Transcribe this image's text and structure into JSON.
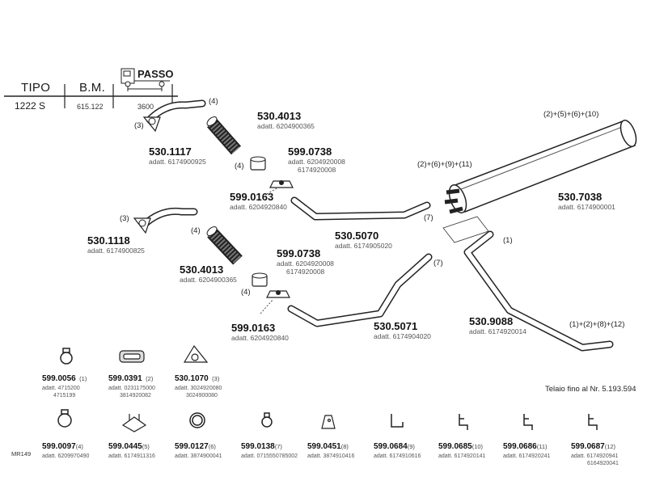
{
  "header": {
    "tipo_label": "TIPO",
    "bm_label": "B.M.",
    "passo_label": "PASSO",
    "row": {
      "tipo": "1222 S",
      "bm": "615.122",
      "passo": "3600"
    }
  },
  "callouts": {
    "c1": "(4)",
    "c2": "(3)",
    "c3": "(4)",
    "c4": "(3)",
    "c5": "(4)",
    "c6": "(4)",
    "c7": "(7)",
    "c8": "(7)",
    "c9": "(1)",
    "c10": "(2)+(5)+(6)+(10)",
    "c11": "(2)+(6)+(9)+(11)",
    "c12": "(1)+(2)+(8)+(12)"
  },
  "parts": {
    "p1": {
      "code": "530.4013",
      "adatt": "adatt. 6204900365"
    },
    "p2": {
      "code": "530.1117",
      "adatt": "adatt. 6174900925"
    },
    "p3": {
      "code": "599.0738",
      "adatt": "adatt. 6204920008",
      "adatt2": "6174920008"
    },
    "p4": {
      "code": "599.0163",
      "adatt": "adatt. 6204920840"
    },
    "p5": {
      "code": "530.7038",
      "adatt": "adatt. 6174900001"
    },
    "p6": {
      "code": "530.5070",
      "adatt": "adatt. 6174905020"
    },
    "p7": {
      "code": "530.1118",
      "adatt": "adatt. 6174900825"
    },
    "p8": {
      "code": "530.4013",
      "adatt": "adatt. 6204900365"
    },
    "p9": {
      "code": "599.0738",
      "adatt": "adatt. 6204920008",
      "adatt2": "6174920008"
    },
    "p10": {
      "code": "599.0163",
      "adatt": "adatt. 6204920840"
    },
    "p11": {
      "code": "530.5071",
      "adatt": "adatt. 6174904020"
    },
    "p12": {
      "code": "530.9088",
      "adatt": "adatt. 6174920014"
    }
  },
  "telaio_note": "Telaio fino al Nr. 5.193.594",
  "footer_code": "MR149",
  "legend_row1": [
    {
      "code": "599.0056",
      "ref": "(1)",
      "adatt": "adatt. 4715200",
      "adatt2": "4715199",
      "icon": "clamp-ring-icon"
    },
    {
      "code": "599.0391",
      "ref": "(2)",
      "adatt": "adatt. 0231175000",
      "adatt2": "3814920082",
      "icon": "rubber-mount-icon"
    },
    {
      "code": "530.1070",
      "ref": "(3)",
      "adatt": "adatt. 3024920080",
      "adatt2": "3024900080",
      "icon": "triangle-gasket-icon"
    }
  ],
  "legend_row2": [
    {
      "code": "599.0097",
      "ref": "(4)",
      "adatt": "adatt. 6209970490",
      "icon": "clamp-ring-icon"
    },
    {
      "code": "599.0445",
      "ref": "(5)",
      "adatt": "adatt. 6174911316",
      "icon": "bracket-icon"
    },
    {
      "code": "599.0127",
      "ref": "(6)",
      "adatt": "adatt. 3874900041",
      "icon": "clamp-ring-icon"
    },
    {
      "code": "599.0138",
      "ref": "(7)",
      "adatt": "adatt. 0715550785002",
      "icon": "clamp-small-icon"
    },
    {
      "code": "599.0451",
      "ref": "(8)",
      "adatt": "adatt. 3874910416",
      "icon": "flat-bracket-icon"
    },
    {
      "code": "599.0684",
      "ref": "(9)",
      "adatt": "adatt. 6174910616",
      "icon": "u-bracket-icon"
    },
    {
      "code": "599.0685",
      "ref": "(10)",
      "adatt": "adatt. 6174920141",
      "icon": "hanger-bracket-icon"
    },
    {
      "code": "599.0686",
      "ref": "(11)",
      "adatt": "adatt. 6174920241",
      "icon": "hanger-bracket-icon"
    },
    {
      "code": "599.0687",
      "ref": "(12)",
      "adatt": "adatt. 6174920941",
      "adatt2": "6164920041",
      "icon": "hanger-bracket-icon"
    }
  ]
}
